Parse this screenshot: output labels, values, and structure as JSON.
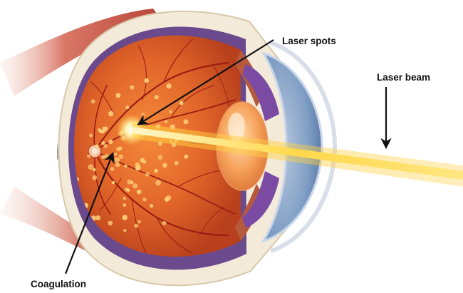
{
  "labels": {
    "laser_spots": "Laser spots",
    "laser_beam": "Laser beam",
    "coagulation": "Coagulation"
  },
  "colors": {
    "background": "#ffffff",
    "muscle": "#c9574a",
    "retina": "#e2662a",
    "vessel": "#9a1e14",
    "laser_spot": "#ffd27a",
    "laser_beam": "#ffd040",
    "iris": "#7f9ec4",
    "lens": "#f7a35c",
    "sclera": "#f3ead9",
    "arrow": "#111111"
  },
  "icons": [
    "eye-cross-section-illustration",
    "laser-beam",
    "pointer-arrow"
  ]
}
